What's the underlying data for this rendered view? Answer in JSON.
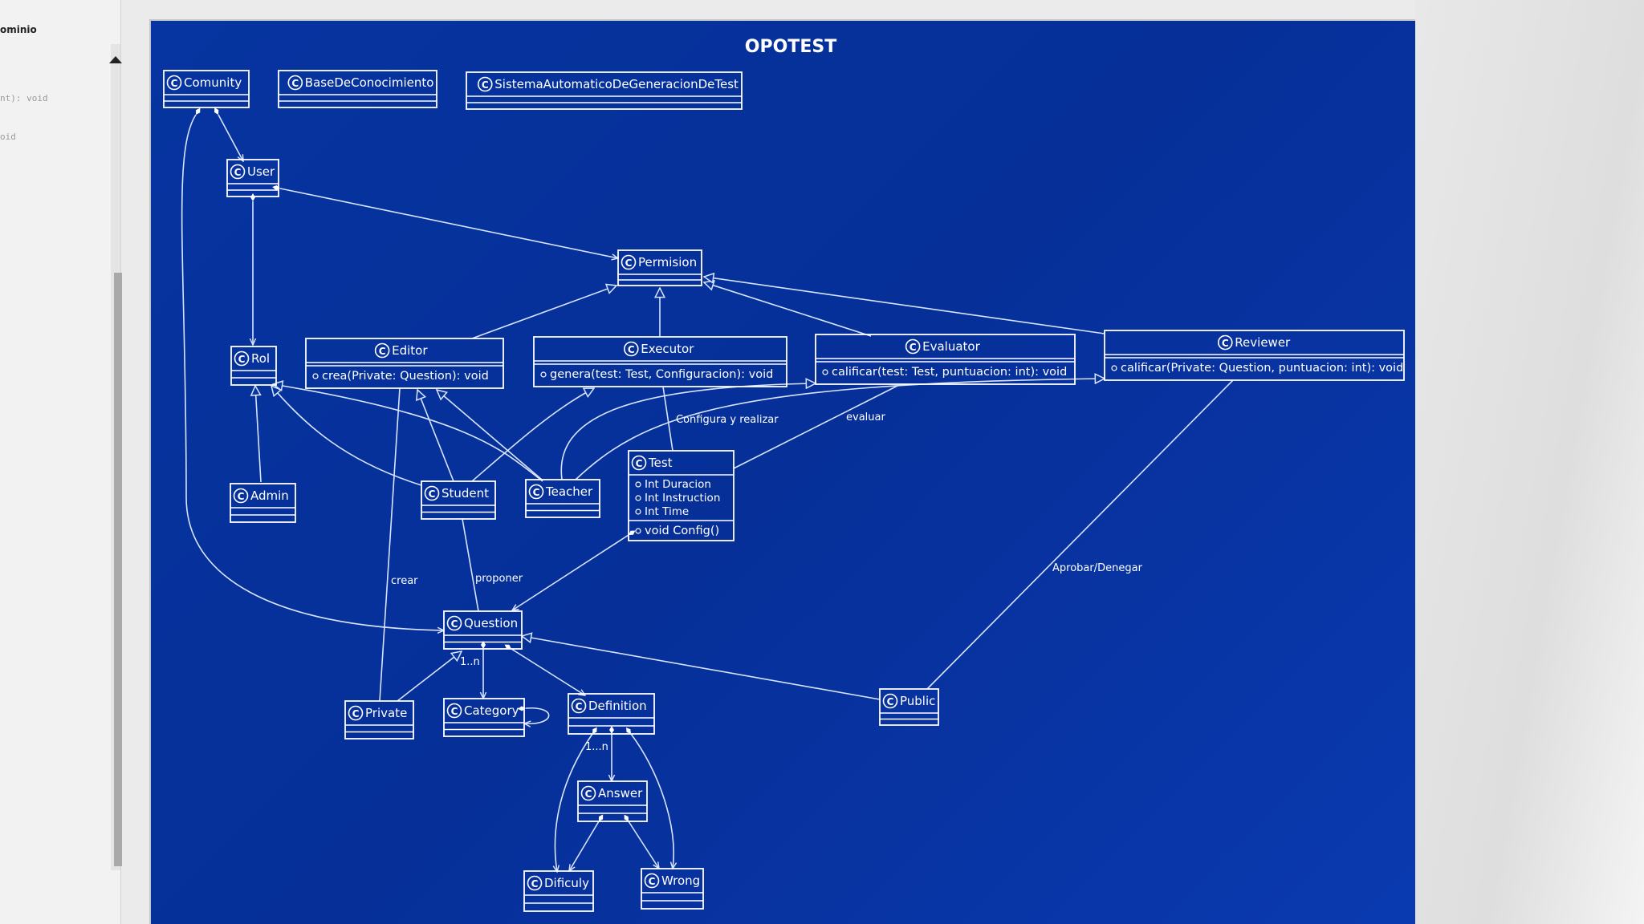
{
  "left_panel": {
    "title": "ominio",
    "code_lines": [
      "nt): void",
      "oid"
    ]
  },
  "diagram": {
    "title": "OPOTEST",
    "colors": {
      "background": "#0634a0",
      "line": "#d8e4ff",
      "text": "#ffffff"
    },
    "classes": [
      {
        "id": "Comunity",
        "name": "Comunity",
        "attributes": [],
        "methods": []
      },
      {
        "id": "BaseDeConocimiento",
        "name": "BaseDeConocimiento",
        "attributes": [],
        "methods": []
      },
      {
        "id": "SistemaAutomaticoDeGeneracionDeTest",
        "name": "SistemaAutomaticoDeGeneracionDeTest",
        "attributes": [],
        "methods": []
      },
      {
        "id": "User",
        "name": "User",
        "attributes": [],
        "methods": []
      },
      {
        "id": "Permision",
        "name": "Permision",
        "attributes": [],
        "methods": []
      },
      {
        "id": "Rol",
        "name": "Rol",
        "attributes": [],
        "methods": []
      },
      {
        "id": "Editor",
        "name": "Editor",
        "attributes": [],
        "methods": [
          "crea(Private: Question): void"
        ]
      },
      {
        "id": "Executor",
        "name": "Executor",
        "attributes": [],
        "methods": [
          "genera(test: Test, Configuracion): void"
        ]
      },
      {
        "id": "Evaluator",
        "name": "Evaluator",
        "attributes": [],
        "methods": [
          "calificar(test: Test, puntuacion: int): void"
        ]
      },
      {
        "id": "Reviewer",
        "name": "Reviewer",
        "attributes": [],
        "methods": [
          "calificar(Private: Question, puntuacion: int): void"
        ]
      },
      {
        "id": "Admin",
        "name": "Admin",
        "attributes": [],
        "methods": []
      },
      {
        "id": "Student",
        "name": "Student",
        "attributes": [],
        "methods": []
      },
      {
        "id": "Teacher",
        "name": "Teacher",
        "attributes": [],
        "methods": []
      },
      {
        "id": "Test",
        "name": "Test",
        "attributes": [
          "Int Duracion",
          "Int Instruction",
          "Int Time"
        ],
        "methods": [
          "void Config()"
        ]
      },
      {
        "id": "Question",
        "name": "Question",
        "attributes": [],
        "methods": []
      },
      {
        "id": "Private",
        "name": "Private",
        "attributes": [],
        "methods": []
      },
      {
        "id": "Category",
        "name": "Category",
        "attributes": [],
        "methods": []
      },
      {
        "id": "Definition",
        "name": "Definition",
        "attributes": [],
        "methods": []
      },
      {
        "id": "Public",
        "name": "Public",
        "attributes": [],
        "methods": []
      },
      {
        "id": "Answer",
        "name": "Answer",
        "attributes": [],
        "methods": []
      },
      {
        "id": "Dificuly",
        "name": "Dificuly",
        "attributes": [],
        "methods": []
      },
      {
        "id": "Wrong",
        "name": "Wrong",
        "attributes": [],
        "methods": []
      }
    ],
    "relations": [
      {
        "from": "Comunity",
        "to": "User",
        "type": "composition",
        "label": ""
      },
      {
        "from": "Comunity",
        "to": "Question",
        "type": "composition",
        "label": ""
      },
      {
        "from": "User",
        "to": "Permision",
        "type": "composition",
        "label": ""
      },
      {
        "from": "User",
        "to": "Rol",
        "type": "composition",
        "label": ""
      },
      {
        "from": "Editor",
        "to": "Permision",
        "type": "generalization",
        "label": ""
      },
      {
        "from": "Executor",
        "to": "Permision",
        "type": "generalization",
        "label": ""
      },
      {
        "from": "Evaluator",
        "to": "Permision",
        "type": "generalization",
        "label": ""
      },
      {
        "from": "Reviewer",
        "to": "Permision",
        "type": "generalization",
        "label": ""
      },
      {
        "from": "Admin",
        "to": "Rol",
        "type": "generalization",
        "label": ""
      },
      {
        "from": "Student",
        "to": "Rol",
        "type": "generalization",
        "label": ""
      },
      {
        "from": "Teacher",
        "to": "Rol",
        "type": "generalization",
        "label": ""
      },
      {
        "from": "Student",
        "to": "Editor",
        "type": "generalization",
        "label": ""
      },
      {
        "from": "Teacher",
        "to": "Editor",
        "type": "generalization",
        "label": ""
      },
      {
        "from": "Student",
        "to": "Executor",
        "type": "generalization",
        "label": ""
      },
      {
        "from": "Teacher",
        "to": "Evaluator",
        "type": "generalization",
        "label": ""
      },
      {
        "from": "Teacher",
        "to": "Reviewer",
        "type": "generalization",
        "label": ""
      },
      {
        "from": "Executor",
        "to": "Test",
        "type": "association",
        "label": "Configura y realizar"
      },
      {
        "from": "Evaluator",
        "to": "Test",
        "type": "association",
        "label": "evaluar"
      },
      {
        "from": "Editor",
        "to": "Private",
        "type": "association",
        "label": "crear"
      },
      {
        "from": "Student",
        "to": "Question",
        "type": "association",
        "label": "proponer"
      },
      {
        "from": "Test",
        "to": "Question",
        "type": "composition",
        "label": ""
      },
      {
        "from": "Reviewer",
        "to": "Public",
        "type": "association",
        "label": "Aprobar/Denegar"
      },
      {
        "from": "Private",
        "to": "Question",
        "type": "generalization",
        "label": ""
      },
      {
        "from": "Public",
        "to": "Question",
        "type": "generalization",
        "label": ""
      },
      {
        "from": "Question",
        "to": "Category",
        "type": "composition",
        "label": "1..n"
      },
      {
        "from": "Question",
        "to": "Definition",
        "type": "composition",
        "label": ""
      },
      {
        "from": "Category",
        "to": "Category",
        "type": "composition",
        "label": ""
      },
      {
        "from": "Definition",
        "to": "Answer",
        "type": "composition",
        "label": "1...n"
      },
      {
        "from": "Definition",
        "to": "Dificuly",
        "type": "composition",
        "label": ""
      },
      {
        "from": "Definition",
        "to": "Wrong",
        "type": "composition",
        "label": ""
      },
      {
        "from": "Answer",
        "to": "Dificuly",
        "type": "composition",
        "label": ""
      },
      {
        "from": "Answer",
        "to": "Wrong",
        "type": "composition",
        "label": ""
      }
    ]
  }
}
